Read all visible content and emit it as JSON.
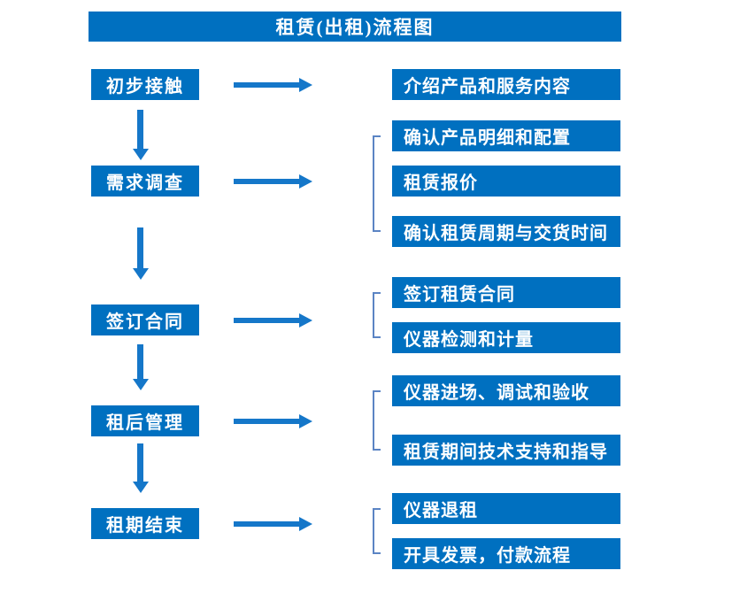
{
  "title": "租赁(出租)流程图",
  "colors": {
    "box_blue": "#0070C0",
    "arrow_blue": "#1577C9",
    "bracket_blue": "#5B84C4",
    "text_white": "#FFFFFF",
    "background": "#FFFFFF"
  },
  "stages": [
    {
      "label": "初步接触",
      "details": [
        "介绍产品和服务内容"
      ]
    },
    {
      "label": "需求调查",
      "details": [
        "确认产品明细和配置",
        "租赁报价",
        "确认租赁周期与交货时间"
      ]
    },
    {
      "label": "签订合同",
      "details": [
        "签订租赁合同",
        "仪器检测和计量"
      ]
    },
    {
      "label": "租后管理",
      "details": [
        "仪器进场、调试和验收",
        "租赁期间技术支持和指导"
      ]
    },
    {
      "label": "租期结束",
      "details": [
        "仪器退租",
        "开具发票，付款流程"
      ]
    }
  ]
}
